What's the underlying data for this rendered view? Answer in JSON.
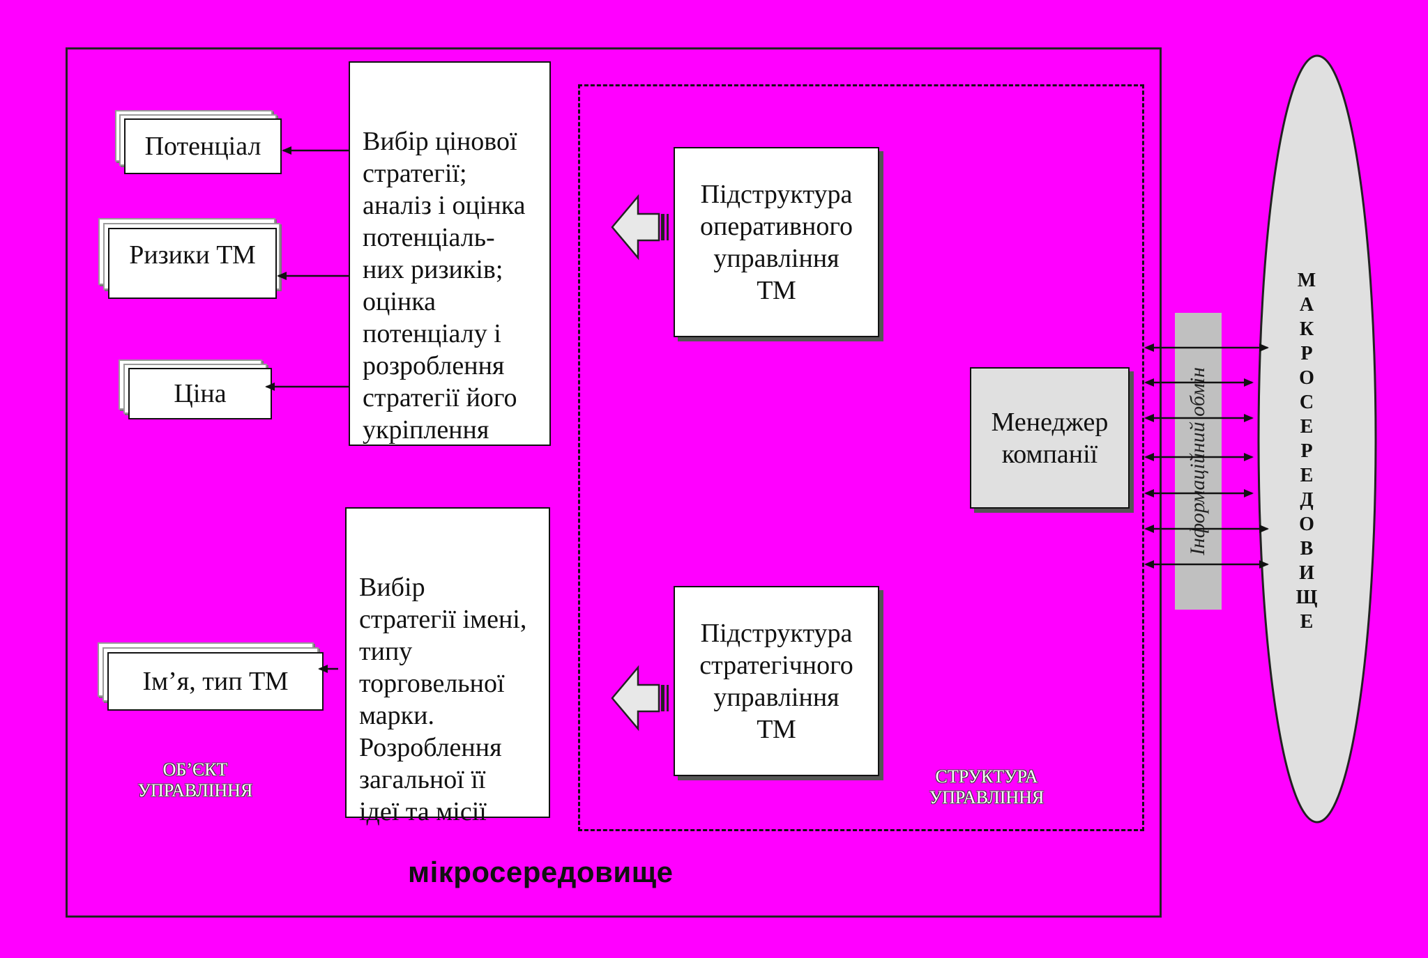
{
  "left_boxes": {
    "potential": "Потенціал",
    "risks": "Ризики ТМ",
    "price": "Ціна",
    "name_type": "Ім’я, тип ТМ"
  },
  "strategy_box_top": "Вибір цінової\nстратегії;\nаналіз і оцінка\nпотенціаль-\nних ризиків;\nоцінка\nпотенціалу і\nрозроблення\nстратегії його\nукріплення",
  "strategy_box_bottom": "Вибір\nстратегії імені,\nтипу\nторговельної\nмарки.\nРозроблення\nзагальної її\nідеї  та місії",
  "substructure_operational": "Підструктура\nоперативного\nуправління\nТМ",
  "substructure_strategic": "Підструктура\nстратегічного\nуправління\nТМ",
  "manager": "Менеджер\nкомпанії",
  "label_object": "ОБ’ЄКТ\nУПРАВЛІННЯ",
  "label_structure": "СТРУКТУРА\nУПРАВЛІННЯ",
  "label_micro": "мікросередовище",
  "info_exchange": "Інформаційний обмін",
  "macro_letters": [
    "М",
    "А",
    "К",
    "Р",
    "О",
    "С",
    "Е",
    "Р",
    "Е",
    "Д",
    "О",
    "В",
    "И",
    "Щ",
    "Е"
  ],
  "colors": {
    "background": "#FF00FF",
    "box_fill": "#FFFFFF",
    "manager_fill": "#E0E0E0",
    "info_bar": "#C0C0C0",
    "macro_fill": "#E0E0E0"
  }
}
